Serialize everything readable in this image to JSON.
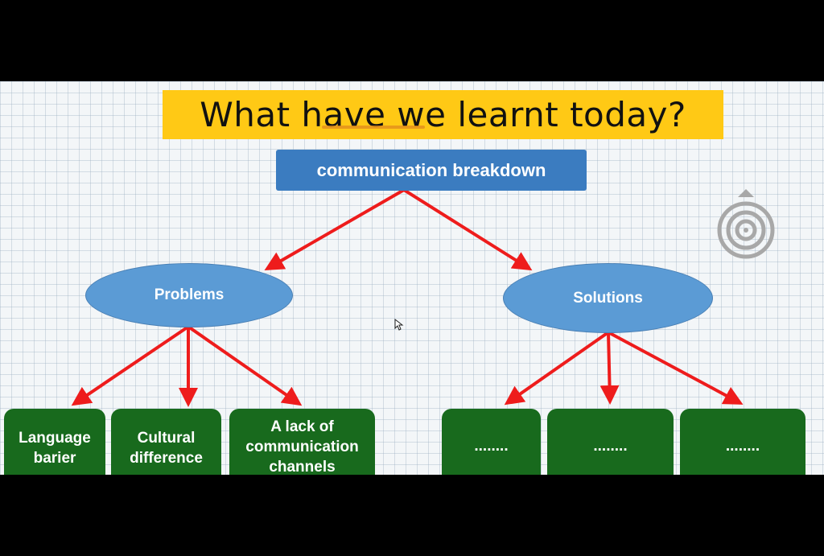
{
  "title": "What have we learnt today?",
  "root": "communication breakdown",
  "branches": {
    "problems": {
      "label": "Problems",
      "items": [
        "Language barier",
        "Cultural difference",
        "A lack of communication channels"
      ]
    },
    "solutions": {
      "label": "Solutions",
      "items": [
        "........",
        "........",
        "........"
      ]
    }
  },
  "colors": {
    "title_bg": "#ffc915",
    "root_bg": "#3b7cc0",
    "ellipse_bg": "#5b9bd5",
    "leaf_bg": "#186a1d",
    "arrow": "#ee1c1c"
  },
  "icons": [
    "target-icon",
    "cursor-icon"
  ]
}
